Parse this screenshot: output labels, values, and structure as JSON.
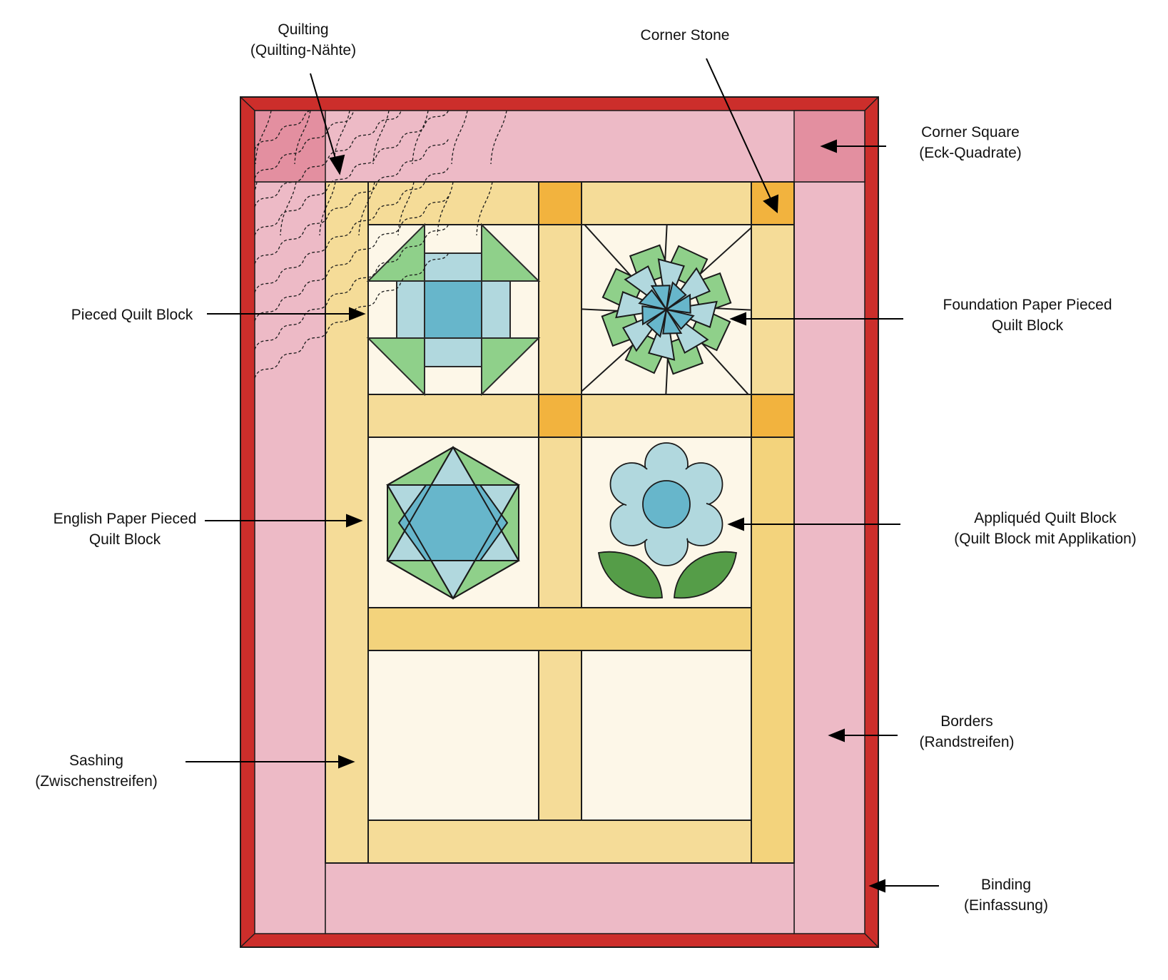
{
  "title": "Quilt anatomy diagram",
  "colors": {
    "binding": "#cc2e2b",
    "border": "#edbac6",
    "corner_square": "#e38fa0",
    "sashing": "#f5dc98",
    "sashing_dark": "#f3d37c",
    "corner_stone": "#f2b33e",
    "background_fabric": "#fdf7e8",
    "green": "#8fd08a",
    "light_blue": "#b1d8de",
    "blue": "#67b6cb",
    "leaf_green": "#559d48",
    "outline": "#1b1b1b"
  },
  "labels": {
    "quilting": {
      "line1": "Quilting",
      "line2": "(Quilting-Nähte)"
    },
    "corner_stone": {
      "line1": "Corner Stone"
    },
    "corner_square": {
      "line1": "Corner Square",
      "line2": "(Eck-Quadrate)"
    },
    "pieced_block": {
      "line1": "Pieced Quilt Block"
    },
    "foundation_paper_pieced": {
      "line1": "Foundation Paper Pieced",
      "line2": "Quilt Block"
    },
    "english_paper_pieced": {
      "line1": "English Paper Pieced",
      "line2": "Quilt Block"
    },
    "applique_block": {
      "line1": "Appliquéd Quilt Block",
      "line2": "(Quilt Block mit Applikation)"
    },
    "borders": {
      "line1": "Borders",
      "line2": "(Randstreifen)"
    },
    "sashing": {
      "line1": "Sashing",
      "line2": "(Zwischenstreifen)"
    },
    "binding": {
      "line1": "Binding",
      "line2": "(Einfassung)"
    }
  },
  "blocks": [
    {
      "name": "pieced-quilt-block",
      "type": "churn-dash"
    },
    {
      "name": "foundation-paper-pieced-block",
      "type": "star"
    },
    {
      "name": "english-paper-pieced-block",
      "type": "hexagon-star"
    },
    {
      "name": "applique-quilt-block",
      "type": "flower"
    },
    {
      "name": "empty-block-bottom-left",
      "type": "empty"
    },
    {
      "name": "empty-block-bottom-right",
      "type": "empty"
    }
  ]
}
